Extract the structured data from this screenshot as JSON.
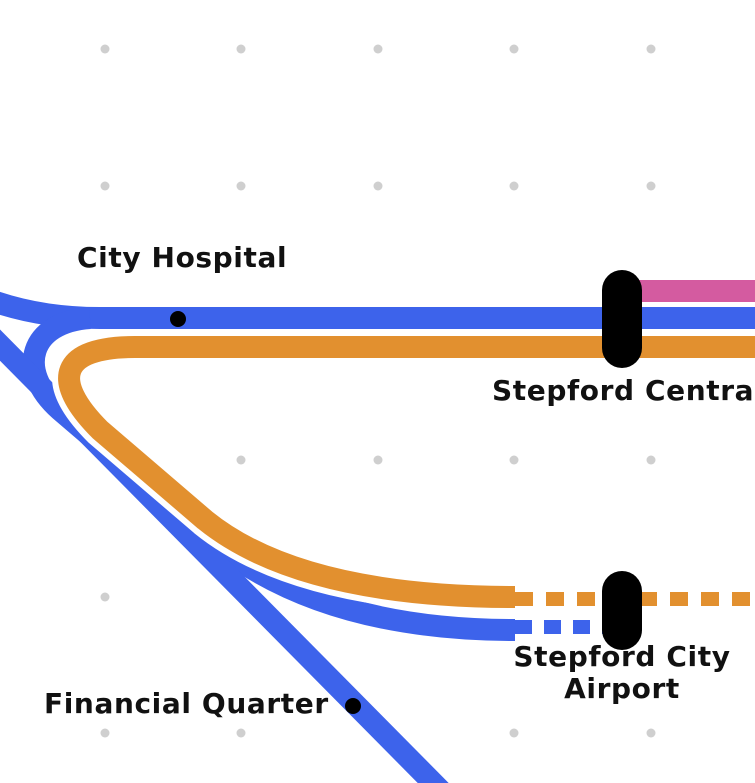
{
  "map": {
    "colors": {
      "blue_line": "#3d63eb",
      "orange_line": "#e2902f",
      "pink_line": "#d45ba0",
      "station": "#000000",
      "grid_dot": "#cfcfcf",
      "background": "#ffffff"
    },
    "stations": {
      "city_hospital": "City Hospital",
      "stepford_central": "Stepford Central",
      "stepford_city_airport_line1": "Stepford City",
      "stepford_city_airport_line2": "Airport",
      "financial_quarter": "Financial Quarter"
    },
    "icons": {
      "interchange": "interchange-station-icon",
      "stop": "station-stop-icon"
    }
  }
}
